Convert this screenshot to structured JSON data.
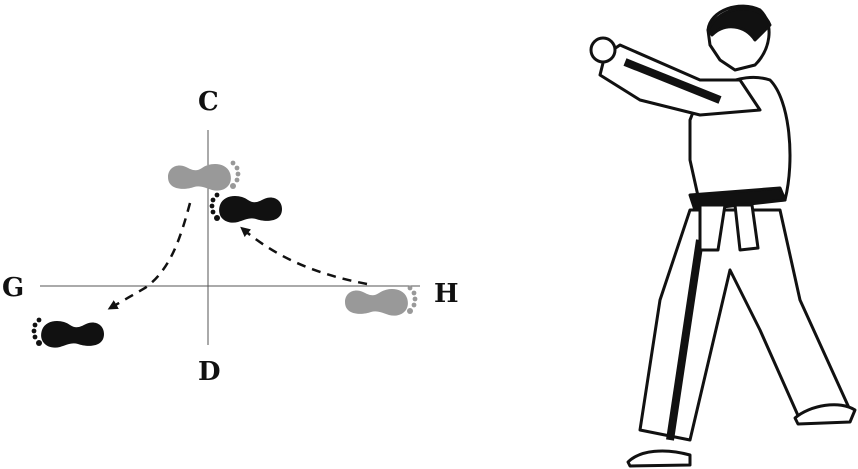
{
  "diagram": {
    "labels": {
      "top": "C",
      "bottom": "D",
      "left": "G",
      "right": "H"
    },
    "colors": {
      "previous_step": "#999999",
      "current_step": "#111111",
      "axis": "#555555"
    }
  },
  "figure": {
    "description_icon": "martial-artist-stance-icon"
  }
}
